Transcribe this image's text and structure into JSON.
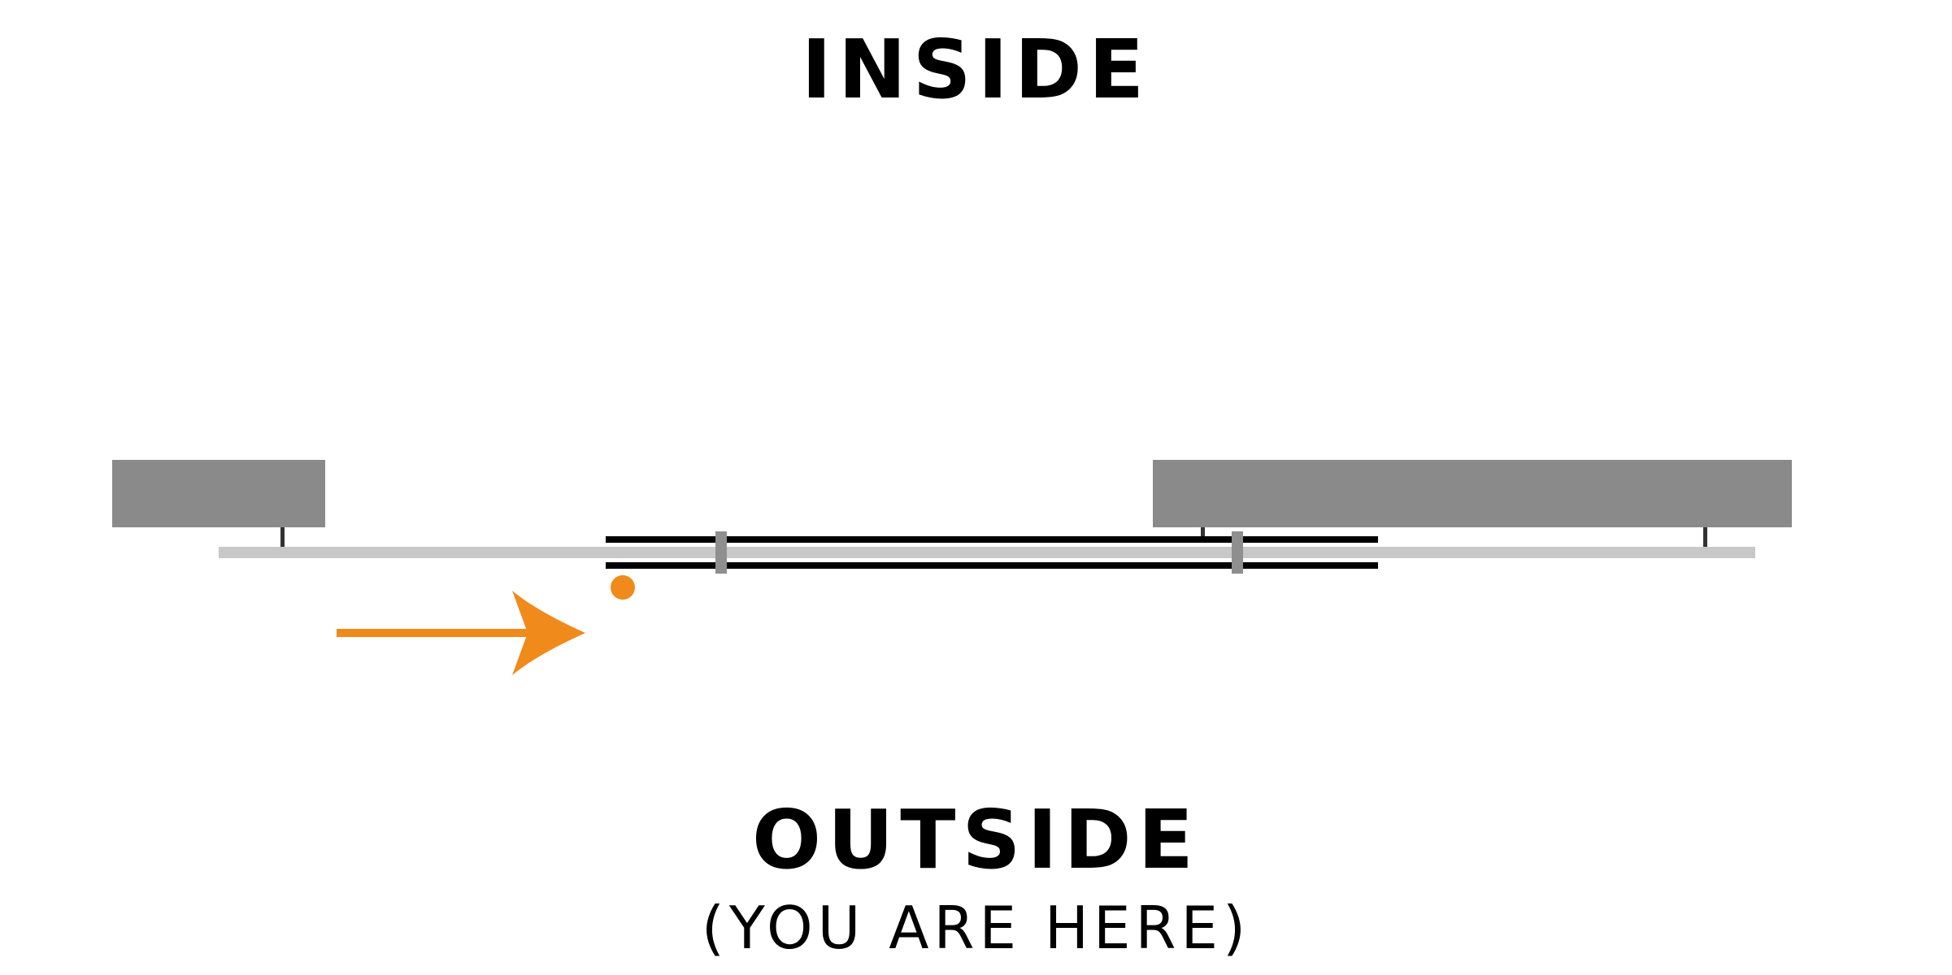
{
  "labels": {
    "inside": "INSIDE",
    "outside": "OUTSIDE",
    "outside_note": "(YOU ARE HERE)"
  },
  "colors": {
    "wall": "#898a89",
    "track": "#c8c8c8",
    "door_panel": "#000000",
    "guide": "#8f8f8f",
    "bracket": "#333333",
    "arrow": "#f08a1b",
    "text": "#000000"
  },
  "icons": {
    "direction": "right-arrow-icon",
    "start_point": "dot-icon"
  }
}
